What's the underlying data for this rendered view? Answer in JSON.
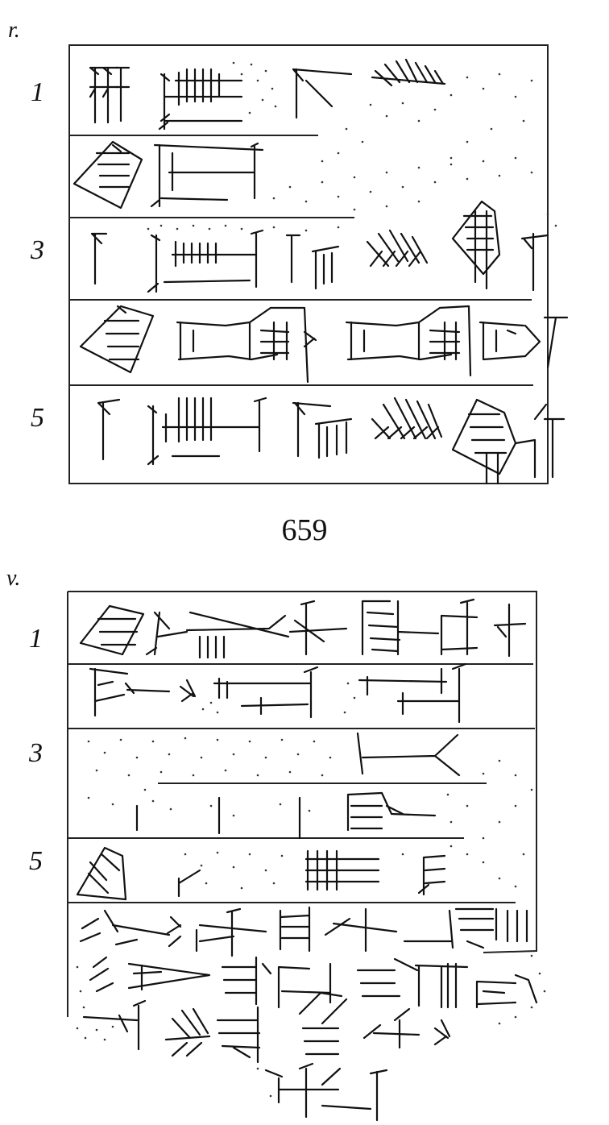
{
  "obverse": {
    "side_label": "r.",
    "line_numbers": [
      "1",
      "3",
      "5"
    ]
  },
  "tablet_number": "659",
  "reverse": {
    "side_label": "v.",
    "line_numbers": [
      "1",
      "3",
      "5"
    ]
  }
}
